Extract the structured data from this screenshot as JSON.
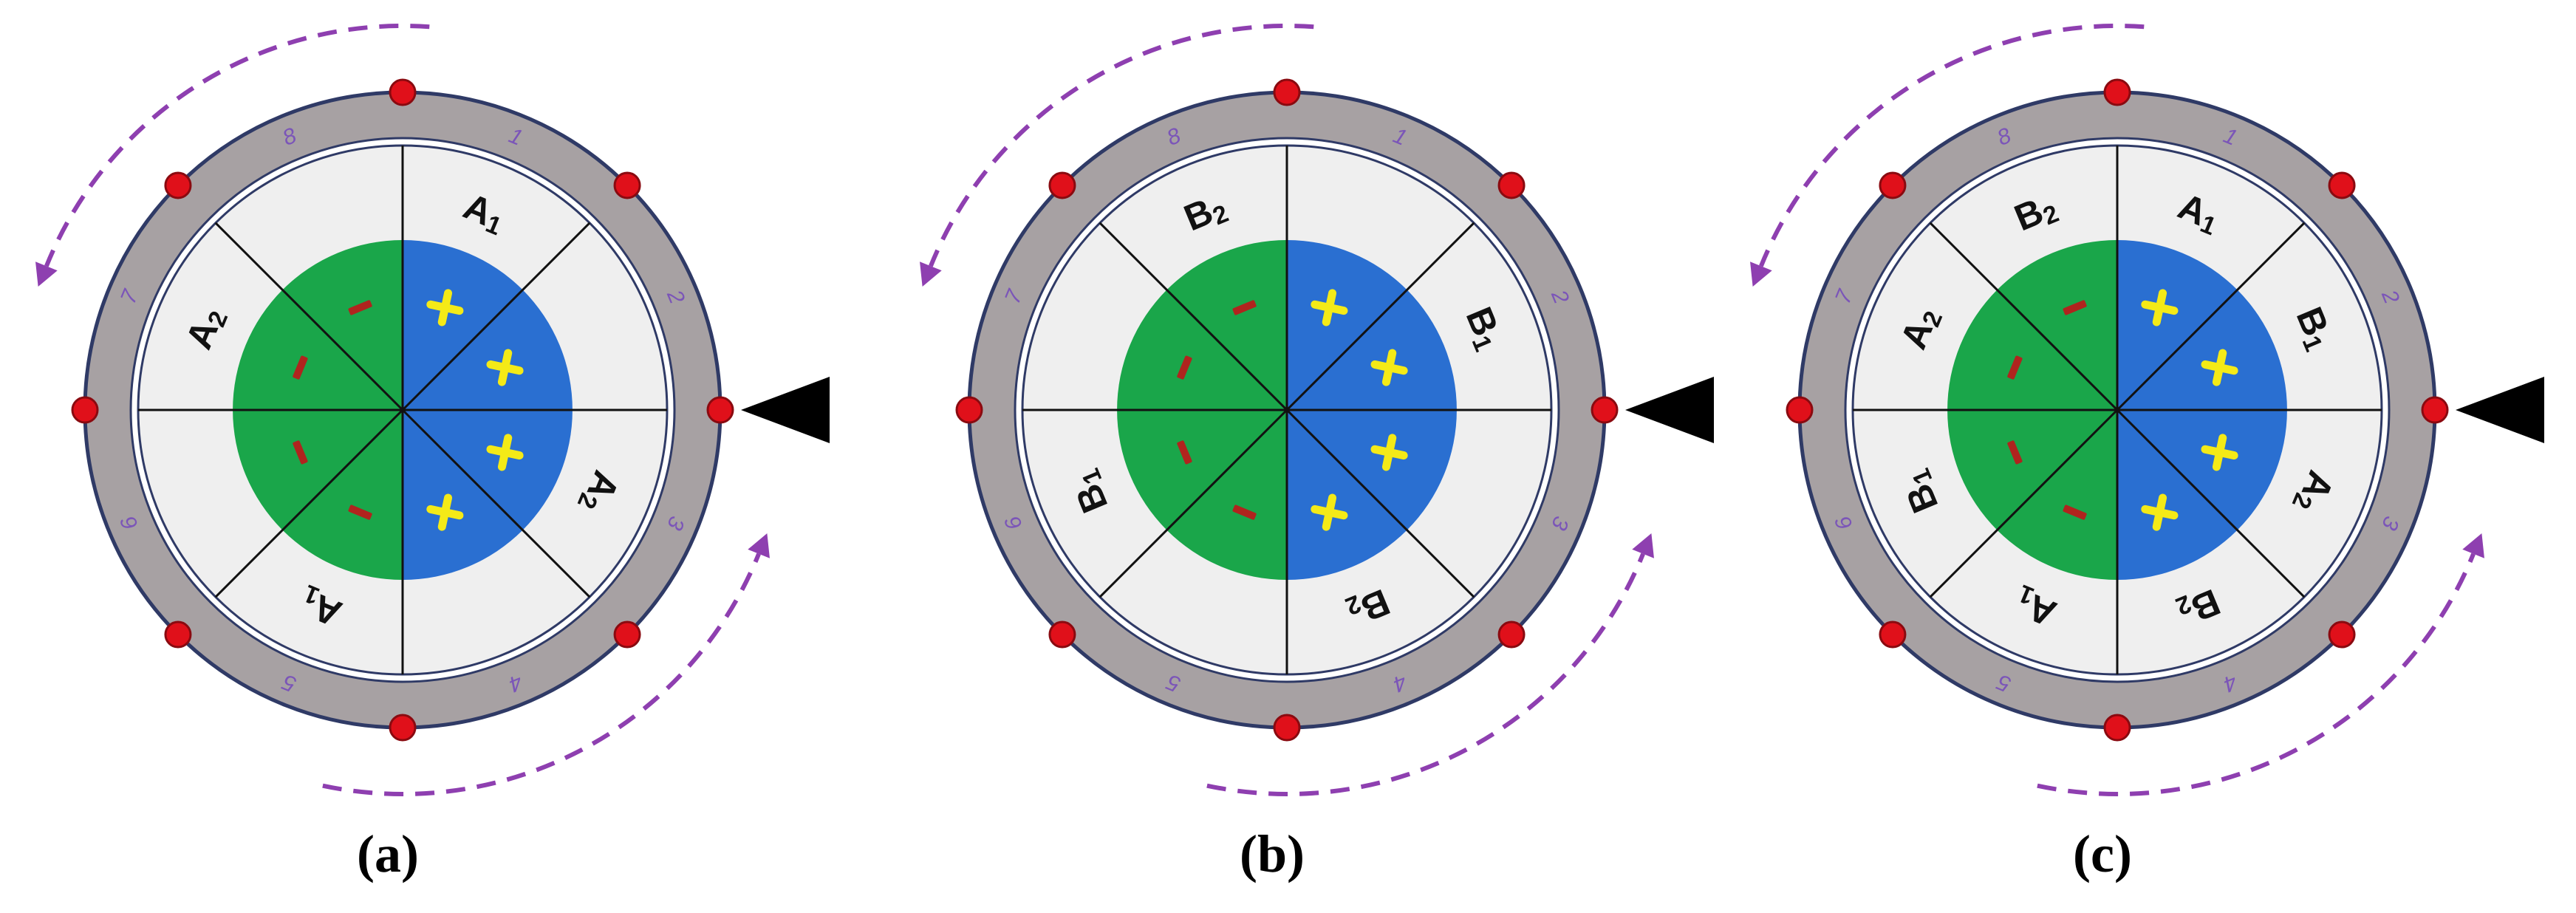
{
  "colors": {
    "ring": "#a7a1a3",
    "ring_outline": "#2f3a66",
    "band": "#efefef",
    "spoke": "#111111",
    "negative_half": "#1aa64a",
    "positive_half": "#2a6fd1",
    "plus_mark": "#f4ea17",
    "minus_mark": "#b0241e",
    "node": "#e0101a",
    "node_outline": "#8a0a10",
    "arrow": "#8e3fb0",
    "pointer": "#000000",
    "slot_number": "#7b55b8"
  },
  "panels": [
    {
      "caption": "(a)",
      "slot_numbers": [
        "1",
        "2",
        "3",
        "4",
        "5",
        "6",
        "7",
        "8"
      ],
      "pole_labels": [
        {
          "main": "A",
          "sub": "1"
        },
        {
          "main": "",
          "sub": ""
        },
        {
          "main": "A",
          "sub": "2"
        },
        {
          "main": "",
          "sub": ""
        },
        {
          "main": "A",
          "sub": "1"
        },
        {
          "main": "",
          "sub": ""
        },
        {
          "main": "A",
          "sub": "2"
        },
        {
          "main": "",
          "sub": ""
        }
      ]
    },
    {
      "caption": "(b)",
      "slot_numbers": [
        "1",
        "2",
        "3",
        "4",
        "5",
        "6",
        "7",
        "8"
      ],
      "pole_labels": [
        {
          "main": "",
          "sub": ""
        },
        {
          "main": "B",
          "sub": "1"
        },
        {
          "main": "",
          "sub": ""
        },
        {
          "main": "B",
          "sub": "2"
        },
        {
          "main": "",
          "sub": ""
        },
        {
          "main": "B",
          "sub": "1"
        },
        {
          "main": "",
          "sub": ""
        },
        {
          "main": "B",
          "sub": "2"
        }
      ]
    },
    {
      "caption": "(c)",
      "slot_numbers": [
        "1",
        "2",
        "3",
        "4",
        "5",
        "6",
        "7",
        "8"
      ],
      "pole_labels": [
        {
          "main": "A",
          "sub": "1"
        },
        {
          "main": "B",
          "sub": "1"
        },
        {
          "main": "A",
          "sub": "2"
        },
        {
          "main": "B",
          "sub": "2"
        },
        {
          "main": "A",
          "sub": "1"
        },
        {
          "main": "B",
          "sub": "1"
        },
        {
          "main": "A",
          "sub": "2"
        },
        {
          "main": "B",
          "sub": "2"
        }
      ]
    }
  ]
}
